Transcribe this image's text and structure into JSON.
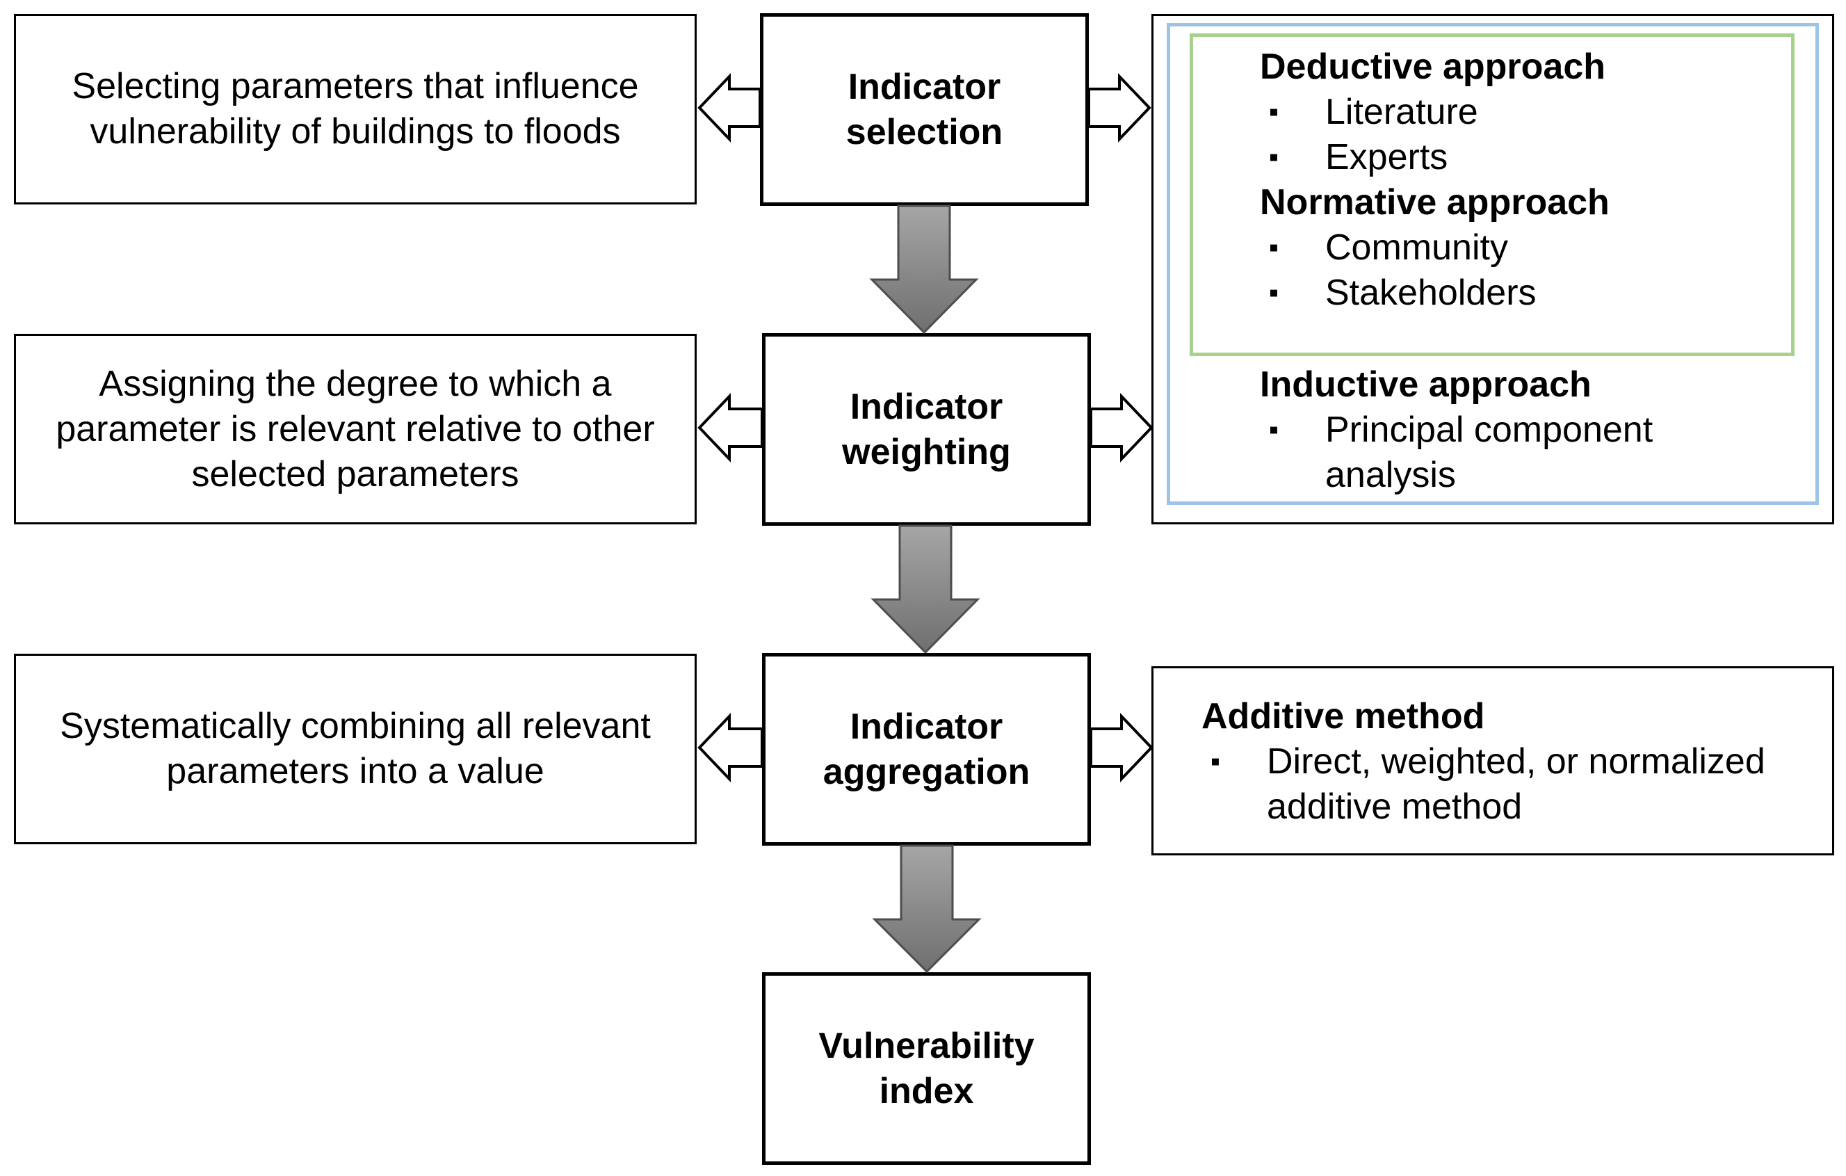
{
  "steps": {
    "selection": [
      "Indicator",
      "selection"
    ],
    "weighting": [
      "Indicator",
      "weighting"
    ],
    "aggregation": [
      "Indicator",
      "aggregation"
    ],
    "index": [
      "Vulnerability",
      "index"
    ]
  },
  "descriptions": {
    "selection": [
      "Selecting parameters that influence",
      "vulnerability of buildings to floods"
    ],
    "weighting": [
      "Assigning the degree to which a",
      "parameter is relevant relative to other",
      "selected parameters"
    ],
    "aggregation": [
      "Systematically combining all relevant",
      "parameters into a value"
    ]
  },
  "methods": {
    "deductive": {
      "heading": "Deductive approach",
      "items": [
        "Literature",
        "Experts"
      ]
    },
    "normative": {
      "heading": "Normative approach",
      "items": [
        "Community",
        "Stakeholders"
      ]
    },
    "inductive": {
      "heading": "Inductive approach",
      "items": [
        "Principal component",
        "analysis"
      ]
    },
    "additive": {
      "heading": "Additive method",
      "items": [
        "Direct, weighted, or normalized",
        "additive method"
      ]
    },
    "bullet": "▪"
  },
  "colors": {
    "outer_frame": "#9dc3e6",
    "inner_frame": "#a9d18e",
    "down_arrow_fill": "#8c8c8c",
    "down_arrow_stroke": "#4d4d4d"
  }
}
